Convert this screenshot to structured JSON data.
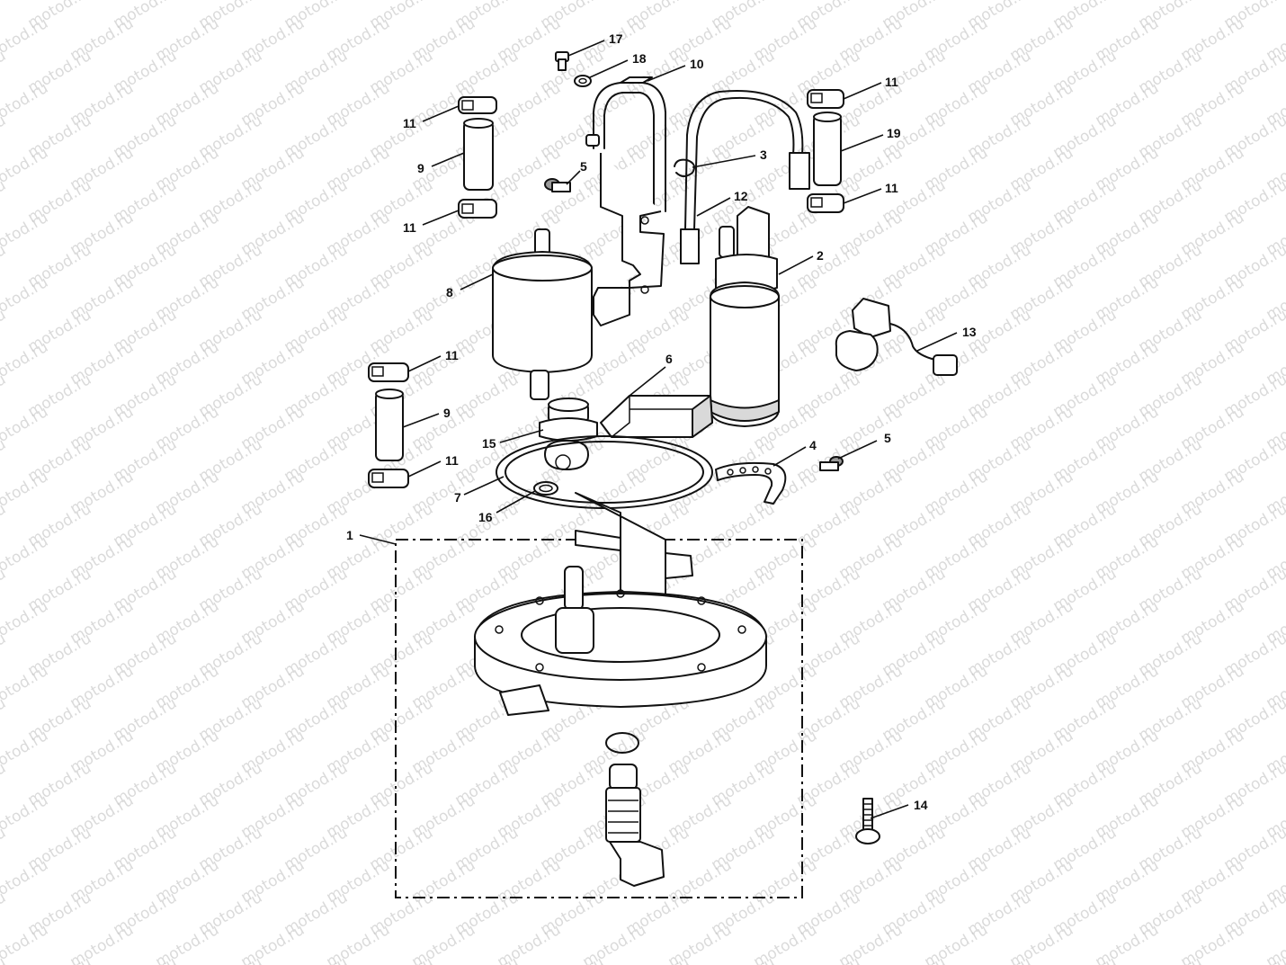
{
  "watermark": "motod.ru",
  "callouts": [
    {
      "id": "17",
      "text": "17"
    },
    {
      "id": "18",
      "text": "18"
    },
    {
      "id": "10",
      "text": "10"
    },
    {
      "id": "11a",
      "text": "11"
    },
    {
      "id": "11b",
      "text": "11"
    },
    {
      "id": "11c",
      "text": "11"
    },
    {
      "id": "11d",
      "text": "11"
    },
    {
      "id": "11e",
      "text": "11"
    },
    {
      "id": "11f",
      "text": "11"
    },
    {
      "id": "19",
      "text": "19"
    },
    {
      "id": "9a",
      "text": "9"
    },
    {
      "id": "9b",
      "text": "9"
    },
    {
      "id": "3",
      "text": "3"
    },
    {
      "id": "5a",
      "text": "5"
    },
    {
      "id": "5b",
      "text": "5"
    },
    {
      "id": "12",
      "text": "12"
    },
    {
      "id": "2",
      "text": "2"
    },
    {
      "id": "8",
      "text": "8"
    },
    {
      "id": "13",
      "text": "13"
    },
    {
      "id": "6",
      "text": "6"
    },
    {
      "id": "15",
      "text": "15"
    },
    {
      "id": "4",
      "text": "4"
    },
    {
      "id": "7",
      "text": "7"
    },
    {
      "id": "16",
      "text": "16"
    },
    {
      "id": "1",
      "text": "1"
    },
    {
      "id": "14",
      "text": "14"
    }
  ]
}
